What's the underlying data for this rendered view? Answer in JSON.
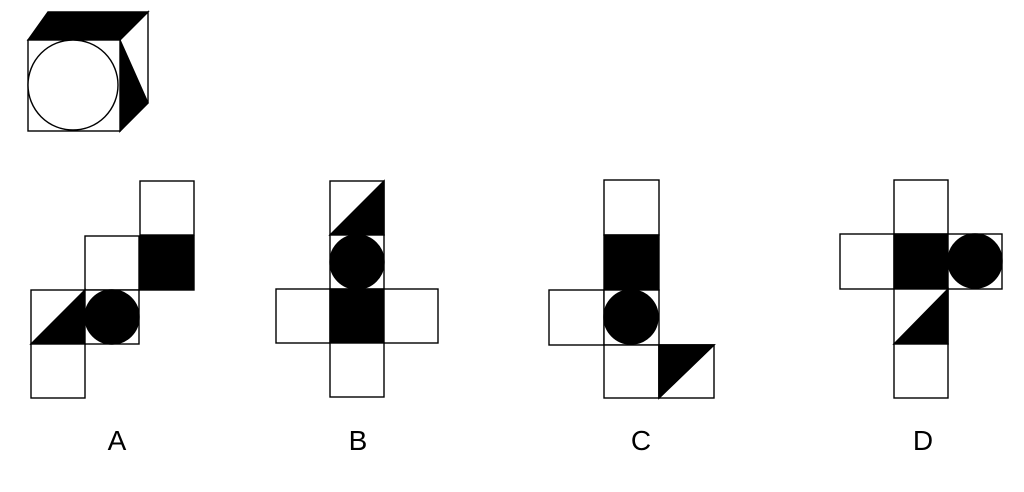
{
  "colors": {
    "ink": "#000000",
    "paper": "#ffffff"
  },
  "options": [
    {
      "label": "A"
    },
    {
      "label": "B"
    },
    {
      "label": "C"
    },
    {
      "label": "D"
    }
  ]
}
